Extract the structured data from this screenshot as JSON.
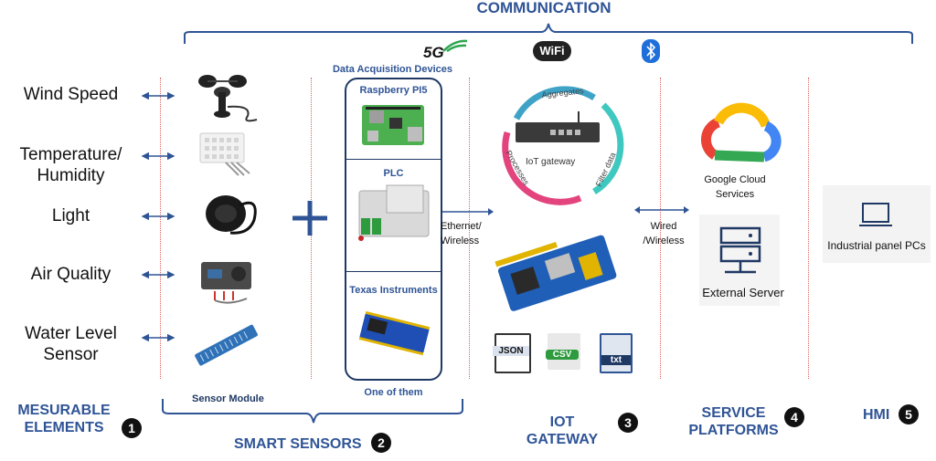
{
  "header": {
    "title": "COMMUNICATION"
  },
  "protocols": {
    "five_g": "5G",
    "wifi": "WiFi",
    "bluetooth": "bluetooth-icon"
  },
  "measurables": {
    "items": [
      "Wind Speed",
      "Temperature/ Humidity",
      "Light",
      "Air Quality",
      "Water Level Sensor"
    ],
    "icons": [
      "anemometer-icon",
      "dht-sensor-icon",
      "light-sensor-icon",
      "air-quality-sensor-icon",
      "water-level-sensor-icon"
    ]
  },
  "daq": {
    "title": "Data Acquisition Devices",
    "devices": [
      "Raspberry PI5",
      "PLC",
      "Texas Instruments"
    ],
    "footer": "One of them"
  },
  "sensor_module_label": "Sensor Module",
  "links": {
    "ethernet": "Ethernet/ Wireless",
    "wired": "Wired /Wireless"
  },
  "gateway": {
    "cycle": [
      "Aggregates",
      "Filter data",
      "Processes"
    ],
    "device_label": "IoT gateway"
  },
  "formats": [
    "JSON",
    "CSV",
    "txt"
  ],
  "services": {
    "cloud": "Google Cloud Services",
    "server": "External Server"
  },
  "hmi": {
    "label": "Industrial panel PCs"
  },
  "sections": [
    {
      "label": "MESURABLE ELEMENTS",
      "number": "1"
    },
    {
      "label": "SMART SENSORS",
      "number": "2"
    },
    {
      "label": "IOT GATEWAY",
      "number": "3"
    },
    {
      "label": "SERVICE PLATFORMS",
      "number": "4"
    },
    {
      "label": "HMI",
      "number": "5"
    }
  ],
  "colors": {
    "accent": "#2f5496",
    "divider": "#e06060",
    "dark": "#1f3864"
  }
}
